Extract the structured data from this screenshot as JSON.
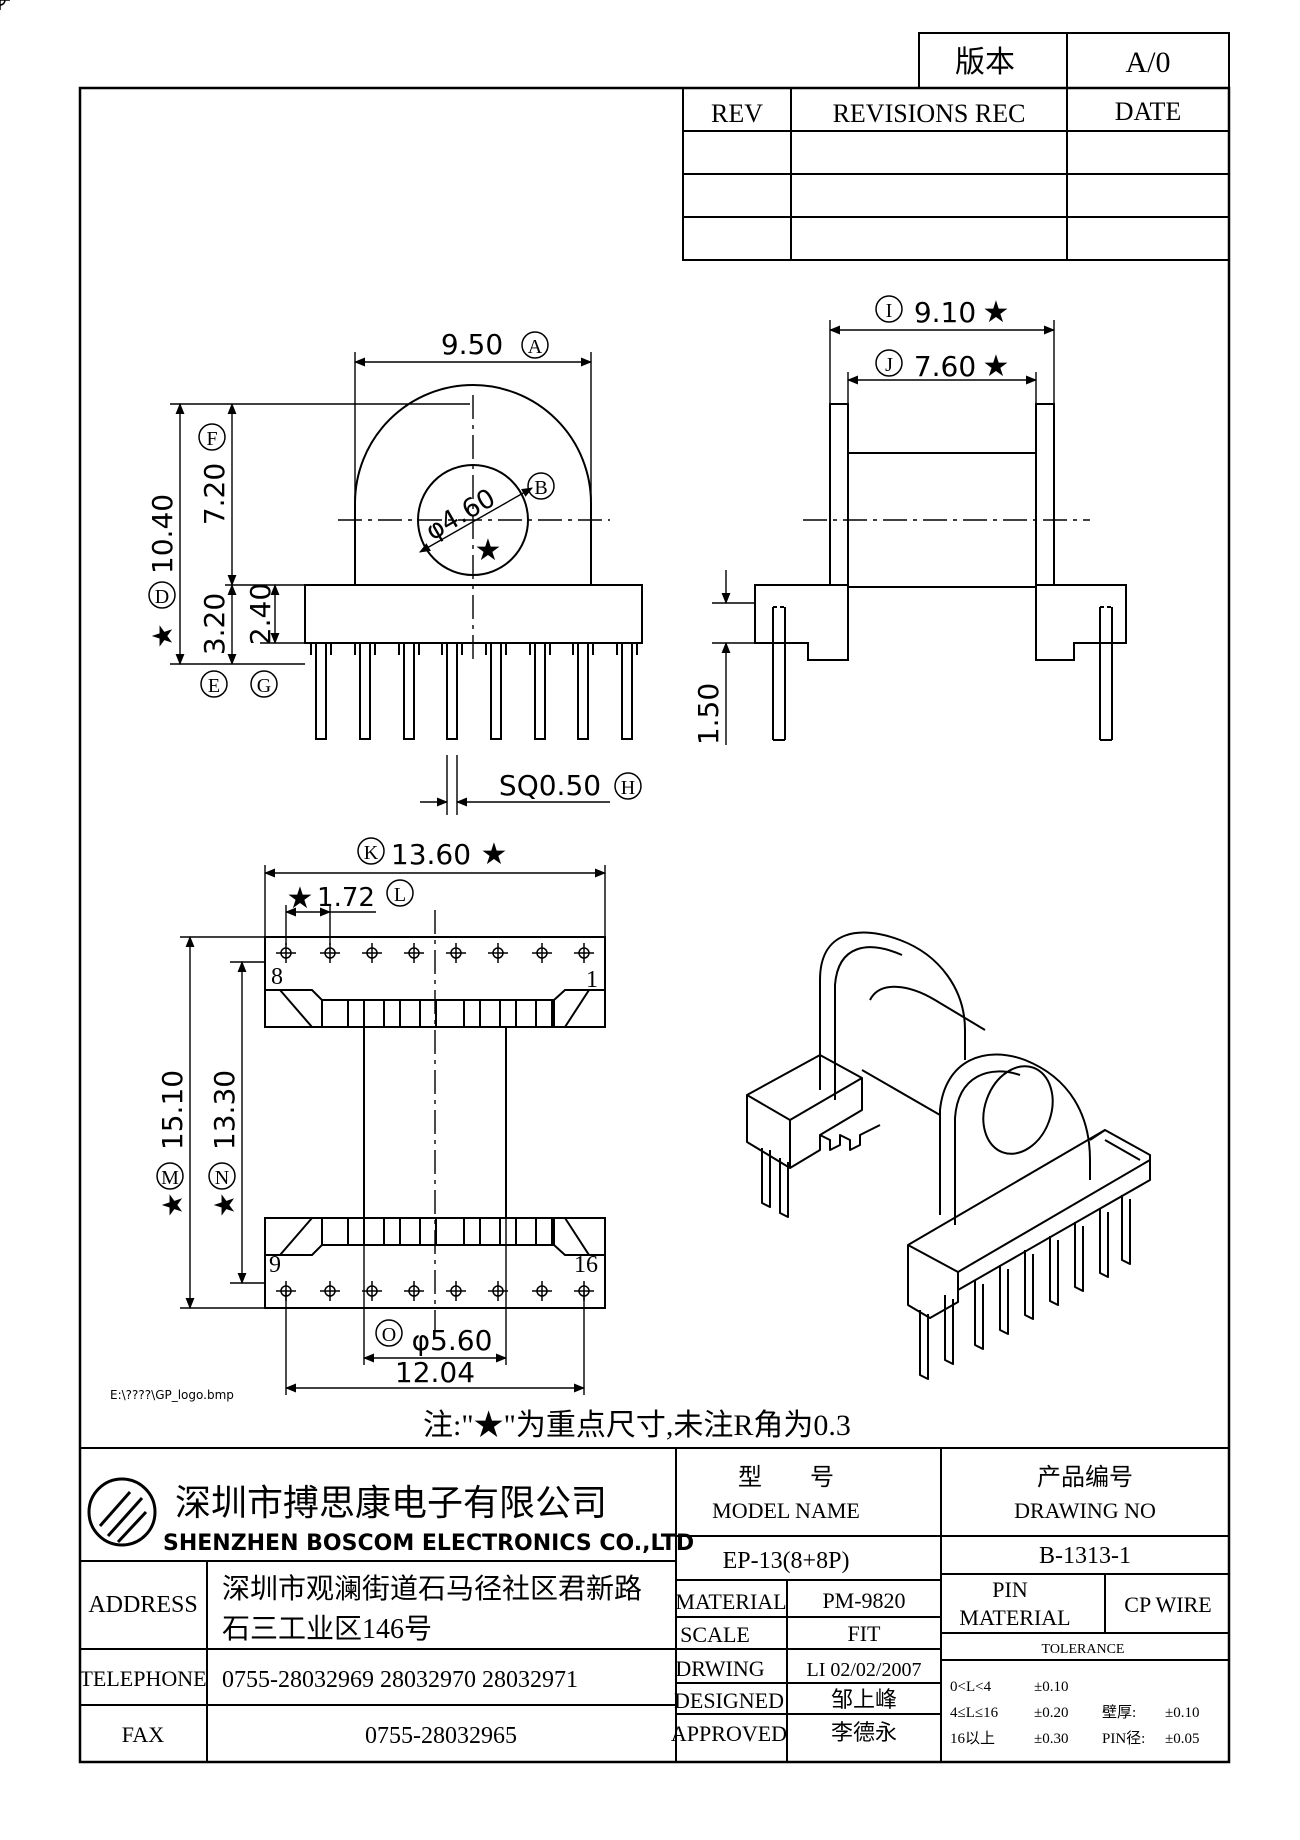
{
  "version_box": {
    "label": "版本",
    "value": "A/0"
  },
  "revision_table": {
    "headers": [
      "REV",
      "REVISIONS REC",
      "DATE"
    ]
  },
  "dimensions": {
    "A": {
      "letter": "A",
      "value": "9.50"
    },
    "B": {
      "letter": "B",
      "value": "φ4.60"
    },
    "D": {
      "letter": "D",
      "value": "10.40"
    },
    "E": {
      "letter": "E",
      "value": "3.20"
    },
    "F": {
      "letter": "F",
      "value": "7.20"
    },
    "G": {
      "letter": "G",
      "value": "2.40"
    },
    "H": {
      "letter": "H",
      "value": "SQ0.50"
    },
    "I": {
      "letter": "I",
      "value": "9.10"
    },
    "J": {
      "letter": "J",
      "value": "7.60"
    },
    "K": {
      "letter": "K",
      "value": "13.60"
    },
    "L": {
      "letter": "L",
      "value": "1.72"
    },
    "M": {
      "letter": "M",
      "value": "15.10"
    },
    "N": {
      "letter": "N",
      "value": "13.30"
    },
    "O": {
      "letter": "O",
      "value": "φ5.60"
    },
    "side_pin": "1.50",
    "pin_span": "12.04"
  },
  "pin_labels": {
    "p8": "8",
    "p1": "1",
    "p9": "9",
    "p16": "16"
  },
  "star": "★",
  "logo_path": "E:\\????\\GP_logo.bmp",
  "note": "注:\"★\"为重点尺寸,未注R角为0.3",
  "company": {
    "name_cn": "深圳市搏思康电子有限公司",
    "name_en": "SHENZHEN BOSCOM ELECTRONICS CO.,LTD",
    "address_label": "ADDRESS",
    "address_line1": "深圳市观澜街道石马径社区君新路",
    "address_line2": "石三工业区146号",
    "telephone_label": "TELEPHONE",
    "telephone": "0755-28032969 28032970 28032971",
    "fax_label": "FAX",
    "fax": "0755-28032965"
  },
  "title_block": {
    "model_cn": "型　　号",
    "model_en": "MODEL NAME",
    "drawing_cn": "产品编号",
    "drawing_en": "DRAWING NO",
    "model_value": "EP-13(8+8P)",
    "drawing_value": "B-1313-1",
    "material_label": "MATERIAL",
    "material_value": "PM-9820",
    "scale_label": "SCALE",
    "scale_value": "FIT",
    "drwing_label": "DRWING",
    "drwing_value": "LI 02/02/2007",
    "designed_label": "DESIGNED",
    "designed_value": "邹上峰",
    "approved_label": "APPROVED",
    "approved_value": "李德永",
    "pin_material_label1": "PIN",
    "pin_material_label2": "MATERIAL",
    "pin_material_value": "CP WIRE",
    "tolerance_label": "TOLERANCE",
    "tol_r1a": "0<L<4",
    "tol_r1b": "±0.10",
    "tol_r2a": "4≤L≤16",
    "tol_r2b": "±0.20",
    "tol_r3a": "16以上",
    "tol_r3b": "±0.30",
    "wall_label": "壁厚:",
    "wall_value": "±0.10",
    "pin_dia_label": "PIN径:",
    "pin_dia_value": "±0.05"
  }
}
